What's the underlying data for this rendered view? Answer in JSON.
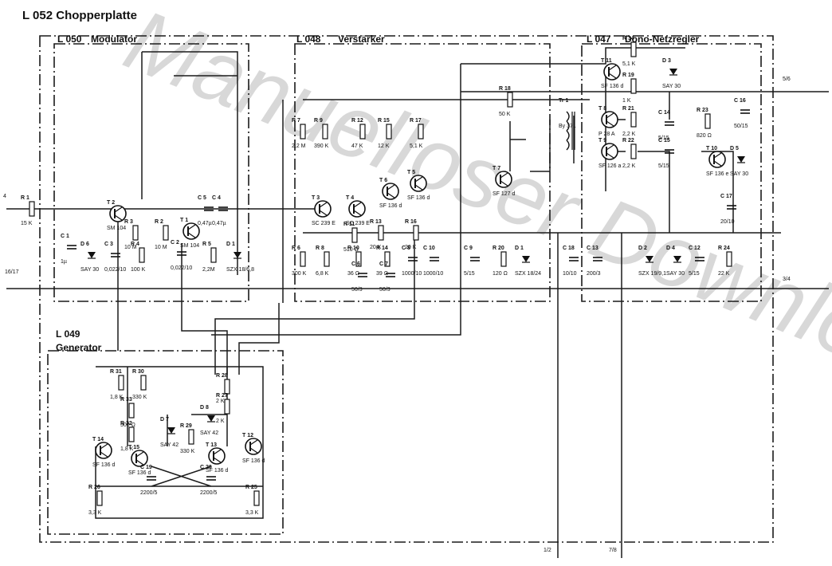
{
  "title": "L 052 Chopperplatte",
  "blocks": {
    "modulator": {
      "id": "L 050",
      "name": "Modulator"
    },
    "verstaerker": {
      "id": "L 048",
      "name": "Verstärker"
    },
    "netzregler": {
      "id": "L 047",
      "name": "Dono-Netzregler"
    },
    "generator": {
      "id": "L 049",
      "name": "Generator"
    }
  },
  "ports": [
    "4",
    "16/17",
    "5/6",
    "3/4",
    "1/2",
    "7/8"
  ],
  "watermark": "Manuelloser Download",
  "components": [
    {
      "ref": "R 1",
      "value": "15 K"
    },
    {
      "ref": "C 1",
      "value": "1µ"
    },
    {
      "ref": "T 2",
      "value": "SM 104"
    },
    {
      "ref": "D 6",
      "value": "SAY 30"
    },
    {
      "ref": "C 3",
      "value": "0,022/10"
    },
    {
      "ref": "R 3",
      "value": "10 M"
    },
    {
      "ref": "R 4",
      "value": "100 K"
    },
    {
      "ref": "R 2",
      "value": "10 M"
    },
    {
      "ref": "C 2",
      "value": "0,022/10"
    },
    {
      "ref": "T 1",
      "value": "SM 104"
    },
    {
      "ref": "C 5",
      "value": "0,47µ"
    },
    {
      "ref": "C 4",
      "value": "0,47µ"
    },
    {
      "ref": "R 5",
      "value": "2,2M"
    },
    {
      "ref": "D 1",
      "value": "SZX 18/6,8"
    },
    {
      "ref": "R 7",
      "value": "2,2 M"
    },
    {
      "ref": "R 9",
      "value": "390 K"
    },
    {
      "ref": "R 6",
      "value": "300 K"
    },
    {
      "ref": "R 8",
      "value": "6,8 K"
    },
    {
      "ref": "T 3",
      "value": "SC 239 E"
    },
    {
      "ref": "T 4",
      "value": "SC 239 E"
    },
    {
      "ref": "R 12",
      "value": "47 K"
    },
    {
      "ref": "R 11",
      "value": "510 Ω"
    },
    {
      "ref": "R 10",
      "value": "36 Ω"
    },
    {
      "ref": "C 6",
      "value": "50/3"
    },
    {
      "ref": "R 15",
      "value": "12 K"
    },
    {
      "ref": "R 13",
      "value": "20 K"
    },
    {
      "ref": "R 14",
      "value": "39 Ω"
    },
    {
      "ref": "C 7",
      "value": "50/3"
    },
    {
      "ref": "T 6",
      "value": "SF 136 d"
    },
    {
      "ref": "R 17",
      "value": "5,1 K"
    },
    {
      "ref": "R 16",
      "value": "20 K"
    },
    {
      "ref": "C 8",
      "value": "1000/10"
    },
    {
      "ref": "T 5",
      "value": "SF 136 d"
    },
    {
      "ref": "C 10",
      "value": "1000/10"
    },
    {
      "ref": "R 18",
      "value": "50 K"
    },
    {
      "ref": "C 9",
      "value": "5/15"
    },
    {
      "ref": "T 7",
      "value": "SF 127 d"
    },
    {
      "ref": "R 20",
      "value": "120 Ω"
    },
    {
      "ref": "D 1",
      "value": "SZX 18/24"
    },
    {
      "ref": "Tr 1",
      "value": "By 371"
    },
    {
      "ref": "C 18",
      "value": "10/10"
    },
    {
      "ref": "C 13",
      "value": "200/3"
    },
    {
      "ref": "T 11",
      "value": "SF 136 d"
    },
    {
      "ref": "R 34",
      "value": "5,1 K"
    },
    {
      "ref": "R 19",
      "value": "1 K"
    },
    {
      "ref": "D 3",
      "value": "SAY 30"
    },
    {
      "ref": "T 8",
      "value": "P 28 A"
    },
    {
      "ref": "R 21",
      "value": "2,2 K"
    },
    {
      "ref": "T 9",
      "value": "SF 126 a"
    },
    {
      "ref": "R 22",
      "value": "2,2 K"
    },
    {
      "ref": "D 2",
      "value": "SZX 19/9,1"
    },
    {
      "ref": "C 14",
      "value": "5/15"
    },
    {
      "ref": "C 15",
      "value": "5/15"
    },
    {
      "ref": "D 4",
      "value": "SAY 30"
    },
    {
      "ref": "C 12",
      "value": "5/15"
    },
    {
      "ref": "R 23",
      "value": "820 Ω"
    },
    {
      "ref": "C 16",
      "value": "50/15"
    },
    {
      "ref": "T 10",
      "value": "SF 136 e"
    },
    {
      "ref": "D 5",
      "value": "SAY 30"
    },
    {
      "ref": "C 17",
      "value": "20/10"
    },
    {
      "ref": "R 24",
      "value": "22 K"
    },
    {
      "ref": "R 31",
      "value": "1,8 K"
    },
    {
      "ref": "R 30",
      "value": "330 K"
    },
    {
      "ref": "R 33",
      "value": "500 Ω"
    },
    {
      "ref": "R 32",
      "value": "1,8 K"
    },
    {
      "ref": "D 7",
      "value": "SAY 42"
    },
    {
      "ref": "D 8",
      "value": "SAY 42"
    },
    {
      "ref": "R 28",
      "value": "2 K"
    },
    {
      "ref": "R 27",
      "value": "2 K"
    },
    {
      "ref": "R 29",
      "value": "330 K"
    },
    {
      "ref": "T 14",
      "value": "SF 136 d"
    },
    {
      "ref": "T 15",
      "value": "SF 136 d"
    },
    {
      "ref": "T 13",
      "value": "SF 136 d"
    },
    {
      "ref": "T 12",
      "value": "SF 136 d"
    },
    {
      "ref": "C 19",
      "value": "2200/5"
    },
    {
      "ref": "C 20",
      "value": "2200/5"
    },
    {
      "ref": "R 26",
      "value": "3,3 K"
    },
    {
      "ref": "R 25",
      "value": "3,3 K"
    }
  ]
}
